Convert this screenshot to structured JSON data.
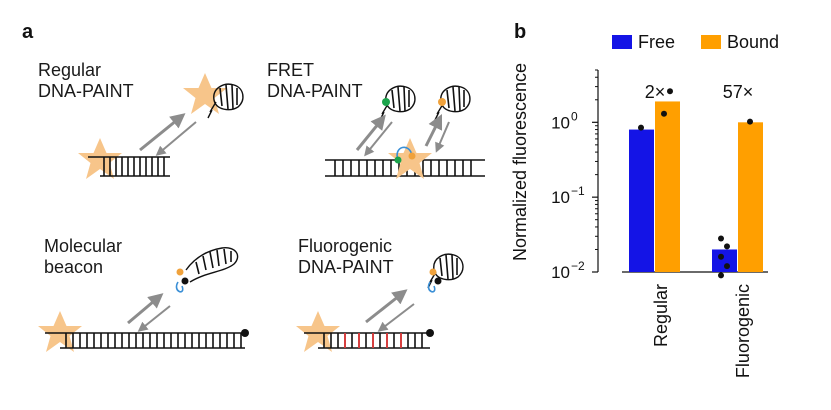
{
  "panel_a": {
    "letter": "a",
    "schemes": [
      {
        "line1": "Regular",
        "line2": "DNA-PAINT"
      },
      {
        "line1": "FRET",
        "line2": "DNA-PAINT"
      },
      {
        "line1": "Molecular",
        "line2": "beacon"
      },
      {
        "line1": "Fluorogenic",
        "line2": "DNA-PAINT"
      }
    ]
  },
  "panel_b": {
    "letter": "b",
    "ylabel": "Normalized fluorescence",
    "legend": [
      {
        "label": "Free",
        "color": "#1414e6"
      },
      {
        "label": "Bound",
        "color": "#ff9f00"
      }
    ],
    "annotations": [
      "2×",
      "57×"
    ]
  },
  "colors": {
    "star": "#f7c58a",
    "free": "#1414e6",
    "bound": "#ff9f00",
    "arrow": "#8c8c8c"
  },
  "chart_data": {
    "type": "bar",
    "categories": [
      "Regular",
      "Fluorogenic"
    ],
    "series": [
      {
        "name": "Free",
        "values": [
          0.8,
          0.02
        ],
        "points": [
          [
            0.85
          ],
          [
            0.028,
            0.022,
            0.016,
            0.012,
            0.009
          ]
        ]
      },
      {
        "name": "Bound",
        "values": [
          1.9,
          1.0
        ],
        "points": [
          [
            1.3,
            2.6
          ],
          [
            1.02
          ]
        ]
      }
    ],
    "ylim": [
      0.01,
      5
    ],
    "yscale": "log",
    "yticks": [
      {
        "value": 1,
        "label": "10",
        "exp": "0"
      },
      {
        "value": 0.1,
        "label": "10",
        "exp": "−1"
      },
      {
        "value": 0.01,
        "label": "10",
        "exp": "−2"
      }
    ],
    "xlabel": "",
    "ylabel": "Normalized fluorescence"
  }
}
